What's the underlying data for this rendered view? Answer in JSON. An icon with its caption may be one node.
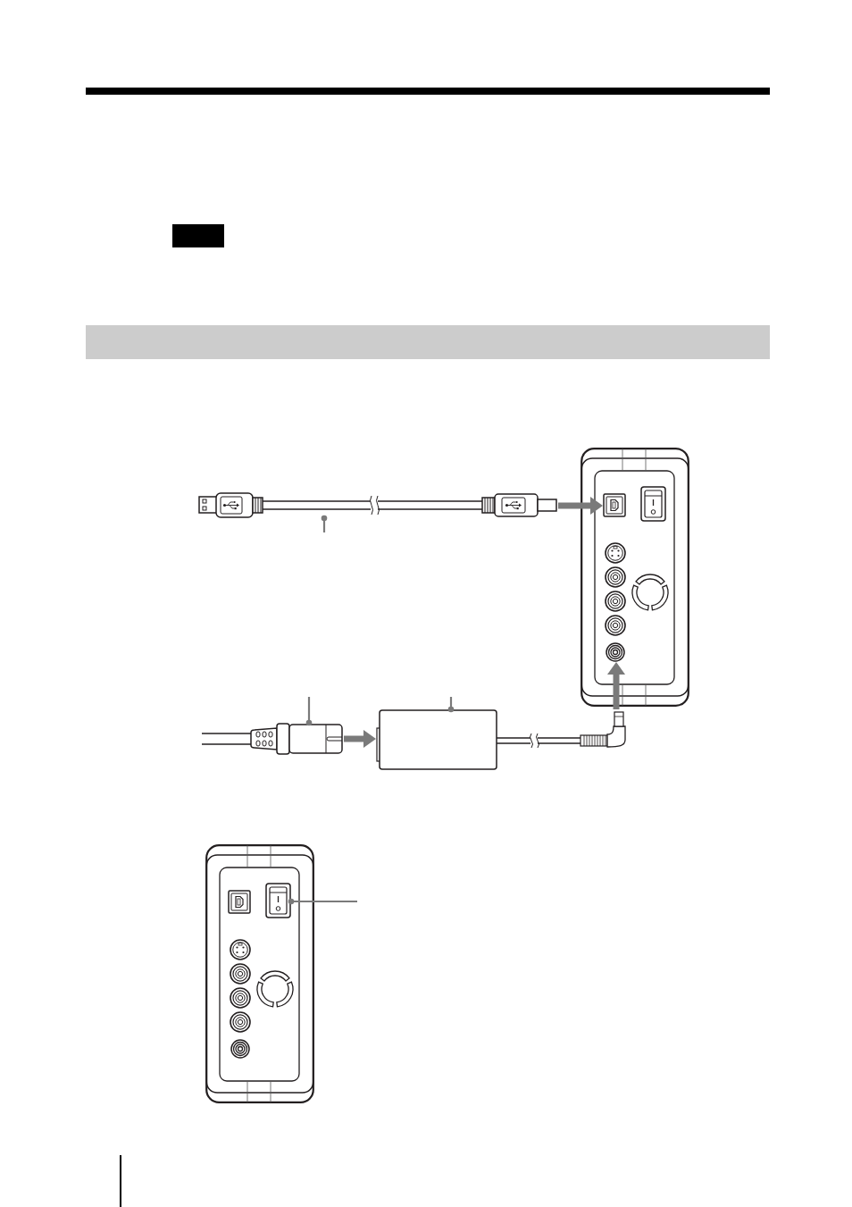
{
  "diagram": {
    "nodes": [
      {
        "text": [],
        "shape": "box"
      },
      {
        "text": [],
        "shape": "band"
      },
      {
        "text": [],
        "shape": "picture"
      },
      {
        "text": [],
        "shape": "picture"
      },
      {
        "text": [],
        "shape": "picture",
        "in": 3
      },
      {
        "text": [],
        "shape": "picture",
        "in": 3
      },
      {
        "text": [],
        "shape": "circle",
        "in": 3
      },
      {
        "text": [],
        "shape": "circle",
        "in": 3
      },
      {
        "text": [],
        "shape": "circle",
        "in": 3
      },
      {
        "text": [],
        "shape": "circle",
        "in": 3
      },
      {
        "text": [],
        "shape": "circle",
        "in": 3
      },
      {
        "text": [],
        "shape": "picture"
      },
      {
        "text": [],
        "shape": "picture"
      },
      {
        "text": [],
        "shape": "picture"
      },
      {
        "text": [],
        "shape": "picture",
        "in": 13
      },
      {
        "text": [],
        "shape": "picture",
        "in": 13
      },
      {
        "text": [],
        "shape": "circle",
        "in": 13
      },
      {
        "text": [],
        "shape": "circle",
        "in": 13
      },
      {
        "text": [],
        "shape": "circle",
        "in": 13
      },
      {
        "text": [],
        "shape": "circle",
        "in": 13
      },
      {
        "text": [],
        "shape": "circle",
        "in": 13
      }
    ],
    "edges": [
      {
        "from": null,
        "to": 2,
        "arrow": "other"
      },
      {
        "from": 2,
        "to": 4,
        "arrow": "to",
        "style": "thick"
      },
      {
        "from": null,
        "to": 11,
        "arrow": "other"
      },
      {
        "from": null,
        "to": 12,
        "arrow": "other"
      },
      {
        "from": 11,
        "to": 12,
        "arrow": "to",
        "style": "thick"
      },
      {
        "from": 12,
        "to": 10,
        "arrow": "to",
        "style": "thick"
      },
      {
        "from": null,
        "to": 15,
        "arrow": "other"
      }
    ]
  }
}
